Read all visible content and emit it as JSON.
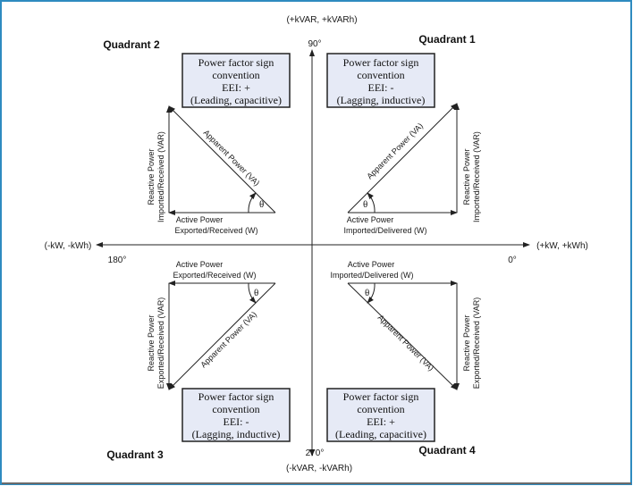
{
  "axes": {
    "top": "(+kVAR, +kVARh)",
    "bottom": "(-kVAR, -kVARh)",
    "left": "(-kW, -kWh)",
    "right": "(+kW, +kWh)",
    "deg_top": "90°",
    "deg_bottom": "270°",
    "deg_left": "180°",
    "deg_right": "0°"
  },
  "quadrants": {
    "q1": {
      "title": "Quadrant 1",
      "box": [
        "Power factor sign",
        "convention",
        "EEI: -",
        "(Lagging, inductive)"
      ],
      "active": [
        "Active Power",
        "Imported/Delivered (W)"
      ],
      "reactive": [
        "Reactive Power",
        "Imported/Received (VAR)"
      ],
      "apparent": "Apparent Power (VA)",
      "theta": "θ"
    },
    "q2": {
      "title": "Quadrant 2",
      "box": [
        "Power factor sign",
        "convention",
        "EEI: +",
        "(Leading, capacitive)"
      ],
      "active": [
        "Active Power",
        "Exported/Received (W)"
      ],
      "reactive": [
        "Reactive Power",
        "Imported/Received (VAR)"
      ],
      "apparent": "Apparent Power (VA)",
      "theta": "θ"
    },
    "q3": {
      "title": "Quadrant 3",
      "box": [
        "Power factor sign",
        "convention",
        "EEI: -",
        "(Lagging, inductive)"
      ],
      "active": [
        "Active Power",
        "Exported/Received (W)"
      ],
      "reactive": [
        "Reactive Power",
        "Exported/Received (VAR)"
      ],
      "apparent": "Apparent Power (VA)",
      "theta": "θ"
    },
    "q4": {
      "title": "Quadrant 4",
      "box": [
        "Power factor sign",
        "convention",
        "EEI: +",
        "(Leading, capacitive)"
      ],
      "active": [
        "Active Power",
        "Imported/Delivered (W)"
      ],
      "reactive": [
        "Reactive Power",
        "Exported/Received (VAR)"
      ],
      "apparent": "Apparent Power (VA)",
      "theta": "θ"
    }
  },
  "colors": {
    "frame": "#2e8bc0",
    "box_fill": "#e6eaf6",
    "line": "#222222"
  }
}
